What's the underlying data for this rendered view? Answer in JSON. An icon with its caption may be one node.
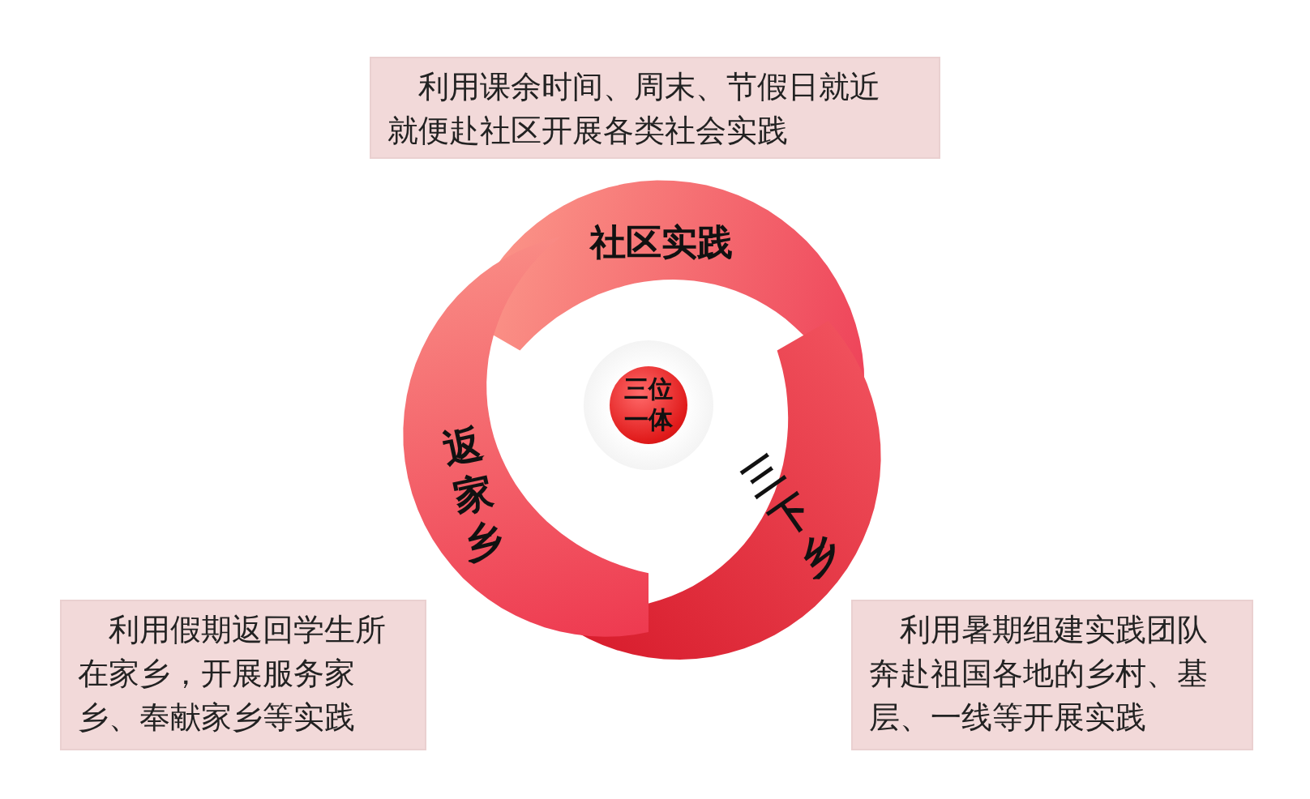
{
  "diagram": {
    "nodes": [
      {
        "text": [
          "三位一体"
        ]
      },
      {
        "text": [
          "社区实践"
        ]
      },
      {
        "text": [
          "三下乡"
        ]
      },
      {
        "text": [
          "返家乡"
        ]
      },
      {
        "text": [
          "利用课余时间、周末、节假日就近就便赴社区开展各类社会实践"
        ]
      },
      {
        "text": [
          "利用假期返回学生所在家乡，开展服务家乡、奉献家乡等实践"
        ]
      },
      {
        "text": [
          "利用暑期组建实践团队奔赴祖国各地的乡村、基层、一线等开展实践"
        ]
      }
    ]
  }
}
